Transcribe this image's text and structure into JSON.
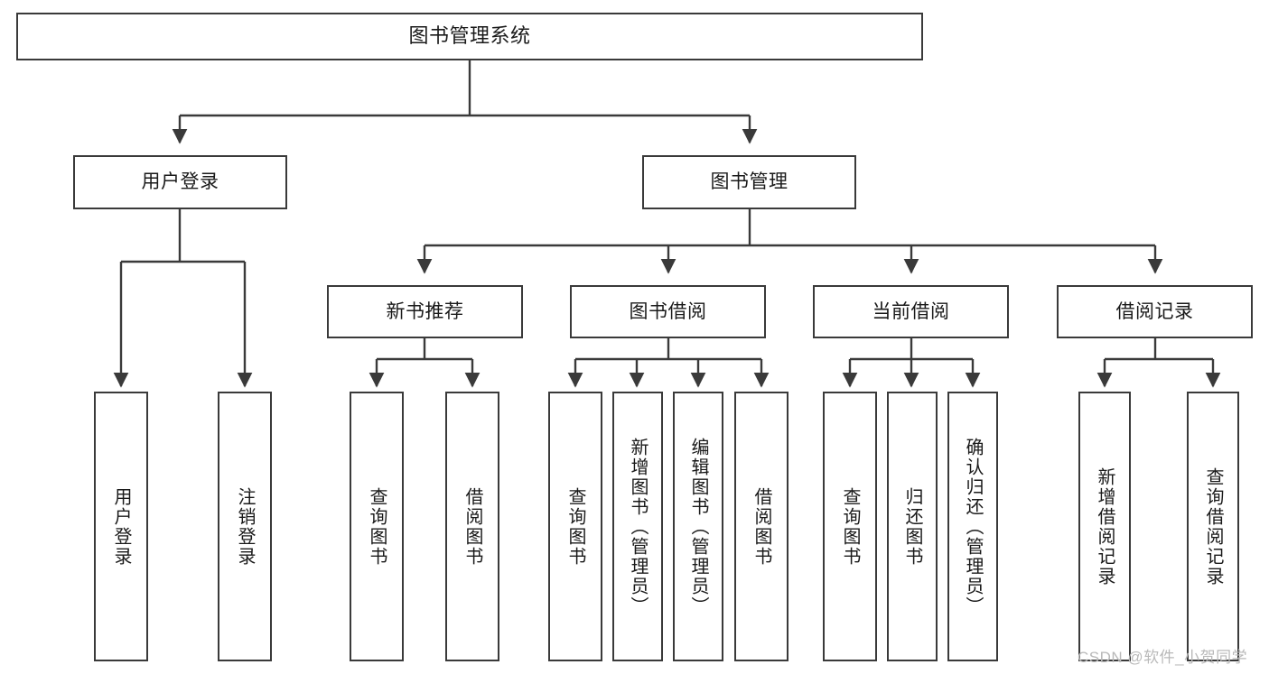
{
  "diagram": {
    "title": "图书管理系统",
    "type": "tree-hierarchy-diagram",
    "colors": {
      "box_border": "#3a3a3a",
      "box_fill": "#ffffff",
      "connector": "#3a3a3a",
      "text": "#1a1a1a",
      "watermark": "#b9b9b9"
    },
    "root": {
      "label": "图书管理系统"
    },
    "level2": [
      {
        "id": "user-login",
        "label": "用户登录"
      },
      {
        "id": "book-management",
        "label": "图书管理"
      }
    ],
    "level3": [
      {
        "id": "new-book-recommend",
        "label": "新书推荐"
      },
      {
        "id": "book-borrow",
        "label": "图书借阅"
      },
      {
        "id": "current-borrow",
        "label": "当前借阅"
      },
      {
        "id": "borrow-record",
        "label": "借阅记录"
      }
    ],
    "leaves": {
      "user_login": [
        {
          "id": "leaf-user-login",
          "label": "用户登录"
        },
        {
          "id": "leaf-logout-login",
          "label": "注销登录"
        }
      ],
      "new_book_recommend": [
        {
          "id": "leaf-query-book-1",
          "label": "查询图书"
        },
        {
          "id": "leaf-borrow-book-1",
          "label": "借阅图书"
        }
      ],
      "book_borrow": [
        {
          "id": "leaf-query-book-2",
          "label": "查询图书"
        },
        {
          "id": "leaf-add-book",
          "label": "新增图书（管理员）"
        },
        {
          "id": "leaf-edit-book",
          "label": "编辑图书（管理员）"
        },
        {
          "id": "leaf-borrow-book-2",
          "label": "借阅图书"
        }
      ],
      "current_borrow": [
        {
          "id": "leaf-query-book-3",
          "label": "查询图书"
        },
        {
          "id": "leaf-return-book",
          "label": "归还图书"
        },
        {
          "id": "leaf-confirm-return",
          "label": "确认归还（管理员）"
        }
      ],
      "borrow_record": [
        {
          "id": "leaf-add-record",
          "label": "新增借阅记录"
        },
        {
          "id": "leaf-query-record",
          "label": "查询借阅记录"
        }
      ]
    }
  },
  "watermark": {
    "text": "CSDN @软件_小贺同学"
  }
}
